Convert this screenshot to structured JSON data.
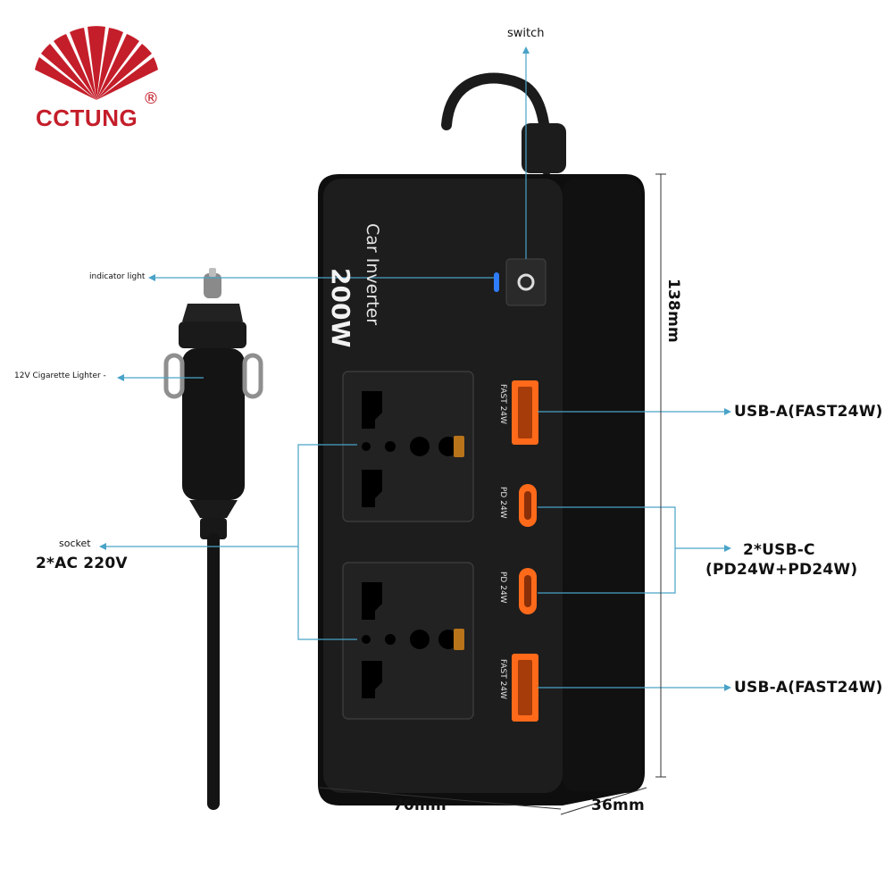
{
  "brand": {
    "name": "CCTUNG",
    "registered": "®",
    "color": "#c41e2a"
  },
  "product": {
    "wattage": "200W",
    "name": "Car Inverter",
    "body_color": "#161616",
    "indicator_color": "#2f7dff",
    "port_accent": "#ff6a1a",
    "usb_a_top_label": "FAST 24W",
    "usb_c_top_label": "PD 24W",
    "usb_c_bottom_label": "PD 24W",
    "usb_a_bottom_label": "FAST 24W"
  },
  "callouts": {
    "switch": "switch",
    "indicator": "indicator light",
    "plug": "12V Cigarette Lighter -",
    "socket": "socket",
    "socket_spec": "2*AC 220V",
    "usb_a_top": "USB-A(FAST24W)",
    "usb_c_line1": "2*USB-C",
    "usb_c_line2": "(PD24W+PD24W)",
    "usb_a_bottom": "USB-A(FAST24W)"
  },
  "dimensions": {
    "height": "138mm",
    "width": "70mm",
    "depth": "36mm"
  },
  "line_color": "#4aa3c8"
}
